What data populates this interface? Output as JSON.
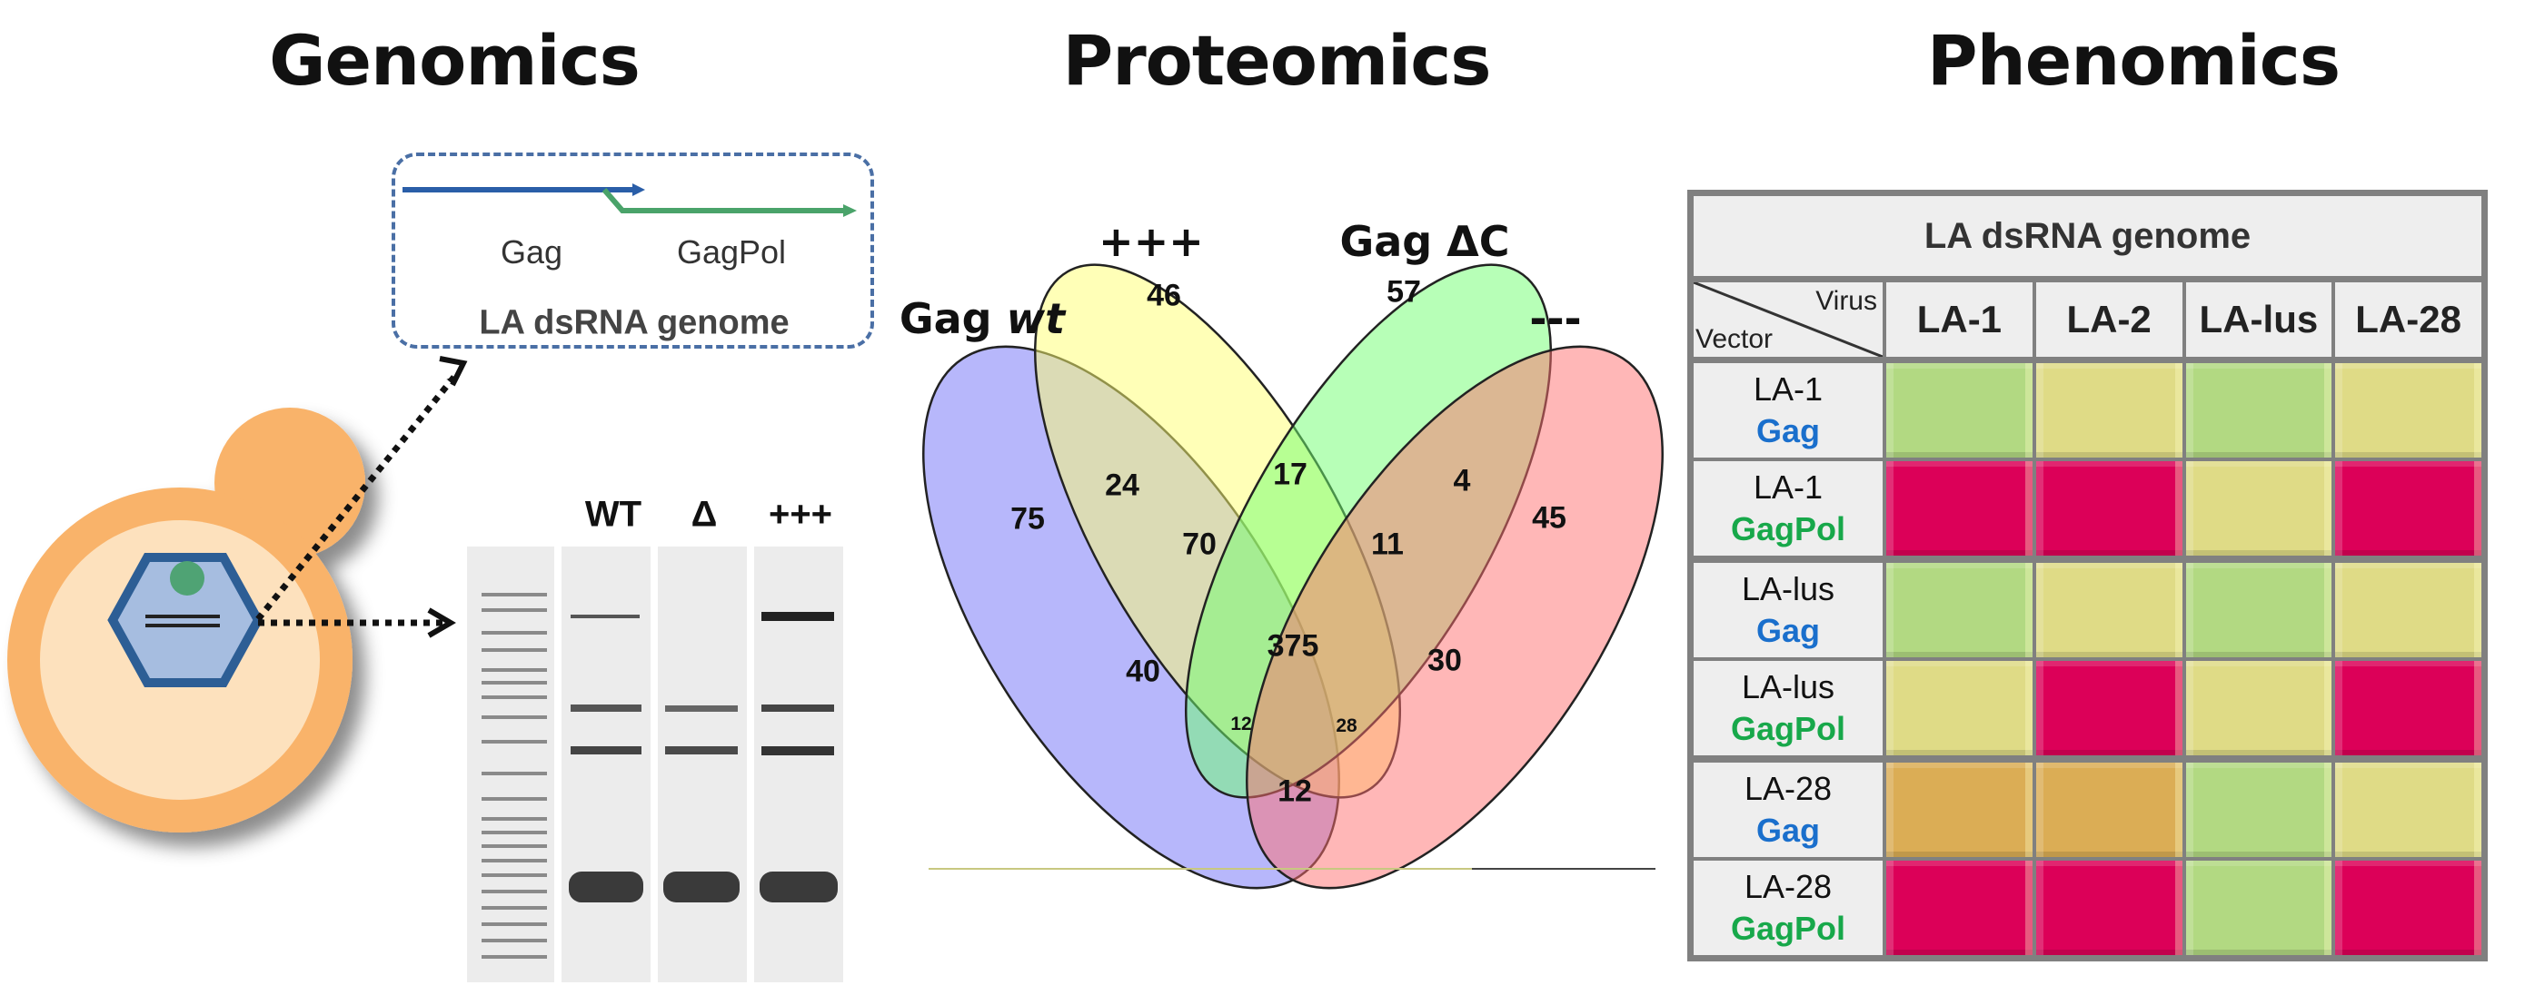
{
  "sections": {
    "genomics": "Genomics",
    "proteomics": "Proteomics",
    "phenomics": "Phenomics"
  },
  "genome_box": {
    "gag": "Gag",
    "gagpol": "GagPol",
    "title": "LA dsRNA genome",
    "gag_color": "#2a5ea8",
    "gagpol_color": "#4aa36a"
  },
  "gel": {
    "lanes": [
      "WT",
      "Δ",
      "+++"
    ]
  },
  "venn": {
    "sets": [
      {
        "name_main": "Gag ",
        "name_italic": "wt",
        "color": "#6f6ff7"
      },
      {
        "name_main": "+++",
        "name_italic": "",
        "color": "#ffff70"
      },
      {
        "name_main": "Gag ΔC",
        "name_italic": "",
        "color": "#70ff70"
      },
      {
        "name_main": "---",
        "name_italic": "",
        "color": "#ff7070"
      }
    ],
    "regions": {
      "gagwt_only": "75",
      "plus_only": "46",
      "gagdc_only": "57",
      "minus_only": "45",
      "gagwt_plus": "24",
      "plus_gagdc": "17",
      "gagdc_minus": "4",
      "gagwt_plus_gagdc": "70",
      "plus_gagdc_minus": "11",
      "all_four": "375",
      "gagwt_gagdc": "40",
      "plus_minus": "30",
      "gagwt_gagdc_minus": "12",
      "gagwt_plus_minus": "28",
      "gagwt_minus": "12"
    }
  },
  "phenomics_table": {
    "title": "LA dsRNA genome",
    "corner_top": "Virus",
    "corner_bottom": "Vector",
    "columns": [
      "LA-1",
      "LA-2",
      "LA-lus",
      "LA-28"
    ],
    "gag_color": "#1a6fcc",
    "gagpol_color": "#17a84a",
    "status_colors": {
      "green": "#b2d982",
      "yellow": "#dfdb86",
      "red": "#dc0058",
      "orange": "#dbad55"
    },
    "rows": [
      {
        "vector": "LA-1",
        "type": "Gag",
        "cells": [
          "green",
          "yellow",
          "green",
          "yellow"
        ]
      },
      {
        "vector": "LA-1",
        "type": "GagPol",
        "cells": [
          "red",
          "red",
          "yellow",
          "red"
        ]
      },
      {
        "vector": "LA-lus",
        "type": "Gag",
        "cells": [
          "green",
          "yellow",
          "green",
          "yellow"
        ]
      },
      {
        "vector": "LA-lus",
        "type": "GagPol",
        "cells": [
          "yellow",
          "red",
          "yellow",
          "red"
        ]
      },
      {
        "vector": "LA-28",
        "type": "Gag",
        "cells": [
          "orange",
          "orange",
          "green",
          "yellow"
        ]
      },
      {
        "vector": "LA-28",
        "type": "GagPol",
        "cells": [
          "red",
          "red",
          "green",
          "red"
        ]
      }
    ]
  }
}
